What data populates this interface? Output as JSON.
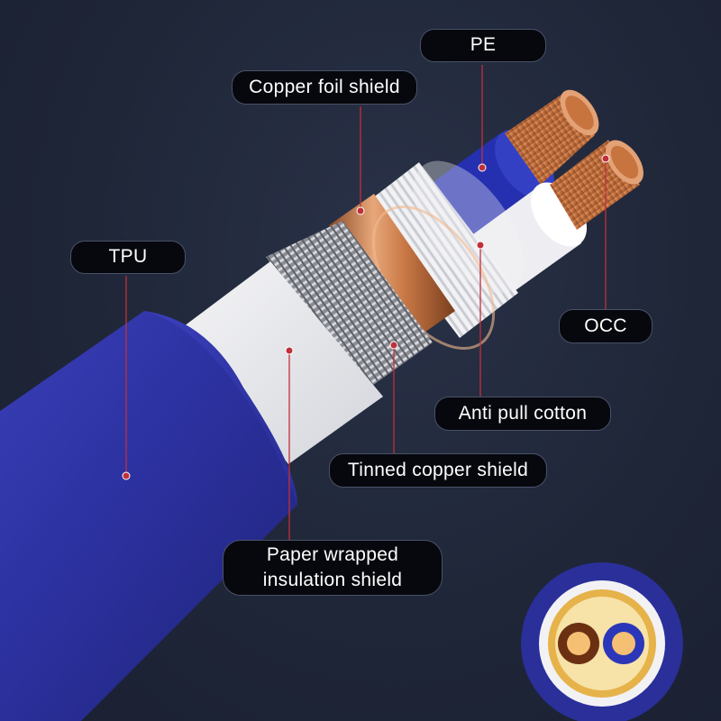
{
  "labels": {
    "pe": "PE",
    "copper_foil_shield": "Copper foil shield",
    "tpu": "TPU",
    "occ": "OCC",
    "anti_pull_cotton": "Anti pull cotton",
    "tinned_copper_shield": "Tinned copper shield",
    "paper_wrapped_line1": "Paper wrapped",
    "paper_wrapped_line2": "insulation shield"
  },
  "colors": {
    "background": "#1f2638",
    "tpu_jacket": "#2a2f9a",
    "pe_insulation": "#2530b0",
    "copper": "#d98a55",
    "leader_line": "#c0303a",
    "label_bg": "#06080d"
  }
}
